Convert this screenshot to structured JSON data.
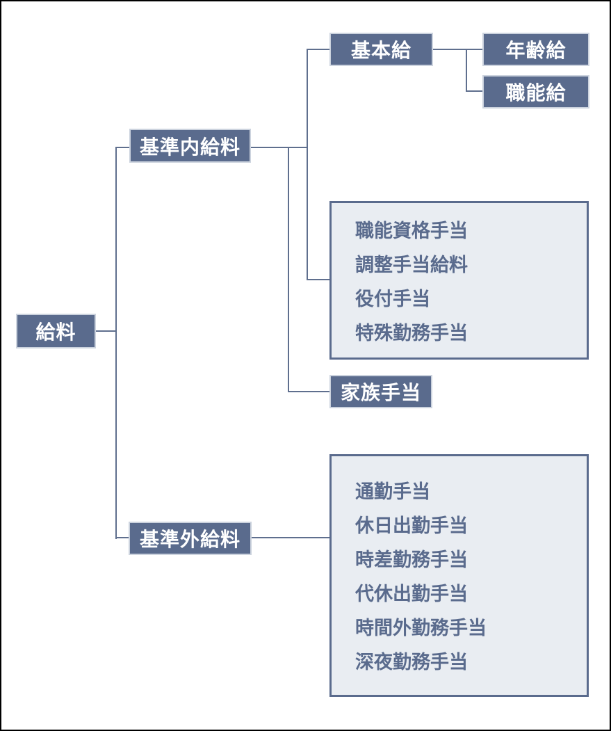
{
  "colors": {
    "background": "#ffffff",
    "canvas_border": "#000000",
    "node_fill": "#5a6b8d",
    "node_border": "#ccd3de",
    "node_text": "#ffffff",
    "panel_fill": "#e9edf2",
    "panel_border": "#5a6b8d",
    "panel_text": "#5a6b8d",
    "connector": "#5f6f8e"
  },
  "diagram": {
    "root": {
      "label": "給料"
    },
    "standard_salary": {
      "label": "基準内給料"
    },
    "base_pay": {
      "label": "基本給"
    },
    "age_pay": {
      "label": "年齢給"
    },
    "skill_pay": {
      "label": "職能給"
    },
    "family_allowance": {
      "label": "家族手当"
    },
    "non_standard_salary": {
      "label": "基準外給料"
    },
    "standard_allowances": {
      "items": [
        "職能資格手当",
        "調整手当給料",
        "役付手当",
        "特殊勤務手当"
      ]
    },
    "non_standard_allowances": {
      "items": [
        "通勤手当",
        "休日出勤手当",
        "時差勤務手当",
        "代休出勤手当",
        "時間外勤務手当",
        "深夜勤務手当"
      ]
    }
  }
}
